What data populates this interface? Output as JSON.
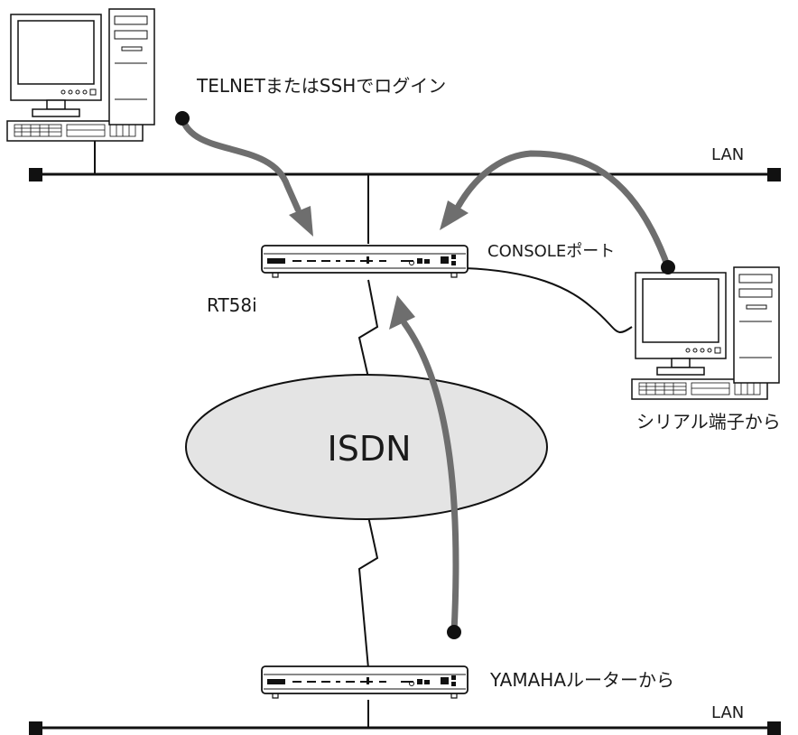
{
  "labels": {
    "telnet_login": "TELNETまたはSSHでログイン",
    "lan_top": "LAN",
    "console_port": "CONSOLEポート",
    "router_name": "RT58i",
    "serial_terminal": "シリアル端子から",
    "isdn": "ISDN",
    "yamaha_router": "YAMAHAルーターから",
    "lan_bottom": "LAN"
  },
  "colors": {
    "arrow": "#6e6e6e",
    "cloud_fill": "#e4e4e4",
    "line": "#111111"
  }
}
